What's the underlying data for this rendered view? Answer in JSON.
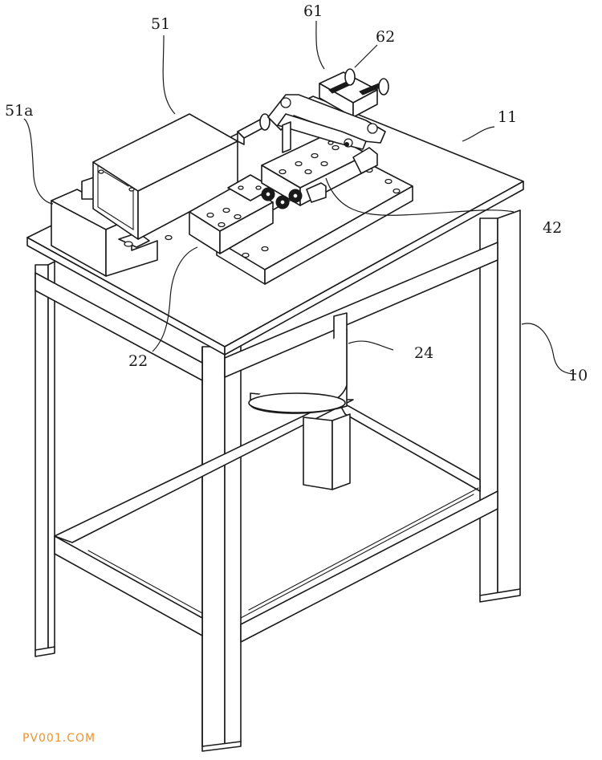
{
  "labels": {
    "r51": "51",
    "r51a": "51a",
    "r61": "61",
    "r62": "62",
    "r11": "11",
    "r42": "42",
    "r22": "22",
    "r24": "24",
    "r10": "10"
  },
  "watermark": "PV001.COM"
}
